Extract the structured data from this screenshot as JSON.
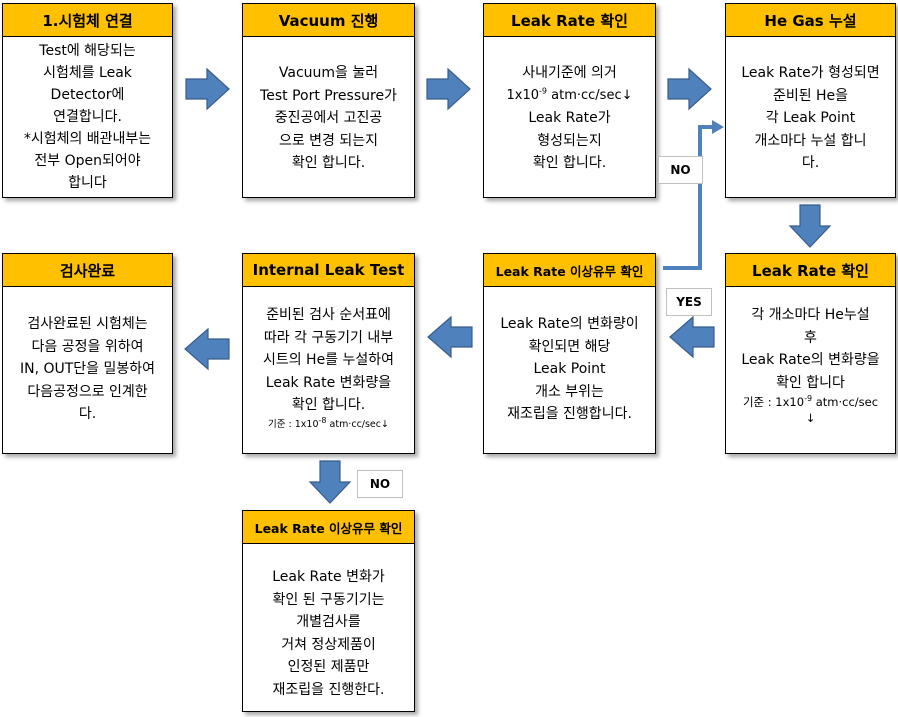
{
  "steps": [
    {
      "title": "1.시험체 연결",
      "lines": [
        "Test에 해당되는",
        "시험체를 Leak",
        "Detector에",
        "연결합니다.",
        "*시험체의 배관내부는",
        "전부 Open되어야",
        "합니다"
      ]
    },
    {
      "title": "Vacuum 진행",
      "lines": [
        "Vacuum을 눌러",
        "Test Port Pressure가",
        "중진공에서 고진공",
        "으로 변경 되는지",
        "확인 합니다."
      ]
    },
    {
      "title": "Leak Rate 확인",
      "lines_before": [
        "사내기준에 의거"
      ],
      "std_base": "1x10",
      "std_exp": "-9",
      "std_unit": " atm·cc/sec↓",
      "lines_after": [
        "Leak Rate가",
        "형성되는지",
        "확인 합니다."
      ]
    },
    {
      "title": "He Gas 누설",
      "lines": [
        "Leak Rate가 형성되면",
        "준비된 He을",
        "각 Leak Point",
        "개소마다 누설 합니",
        "다."
      ]
    },
    {
      "title": "Leak Rate 확인",
      "lines": [
        "각 개소마다 He누설",
        "후",
        "Leak Rate의 변화량을",
        "확인 합니다"
      ],
      "std_prefix": "기준 : 1x10",
      "std_exp": "-9",
      "std_unit": " atm·cc/sec",
      "std_arrow": "↓"
    },
    {
      "title": "Leak Rate 이상유무 확인",
      "lines": [
        "Leak Rate의 변화량이",
        "확인되면 해당",
        "Leak Point",
        "개소 부위는",
        "재조립을 진행합니다."
      ]
    },
    {
      "title": "Internal Leak Test",
      "lines": [
        "준비된 검사 순서표에",
        "따라 각 구동기기 내부",
        "시트의 He를 누설하여",
        "Leak Rate 변화량을",
        "확인 합니다."
      ],
      "std_prefix": "기준 : 1x10",
      "std_exp": "-8",
      "std_unit": " atm·cc/sec↓"
    },
    {
      "title": "검사완료",
      "lines": [
        "검사완료된 시험체는",
        "다음 공정을 위하여",
        "IN, OUT단을 밀봉하여",
        "다음공정으로 인계한",
        "다."
      ]
    },
    {
      "title": "Leak Rate 이상유무 확인",
      "lines": [
        "Leak Rate 변화가",
        "확인 된 구동기기는",
        "개별검사를",
        "거쳐 정상제품이",
        "인정된 제품만",
        "재조립을 진행한다."
      ]
    }
  ],
  "labels": {
    "no_top": "NO",
    "yes": "YES",
    "no_bottom": "NO"
  },
  "colors": {
    "header": "#ffc000",
    "arrow": "#4f81bd",
    "arrow_border": "#385d8a"
  }
}
